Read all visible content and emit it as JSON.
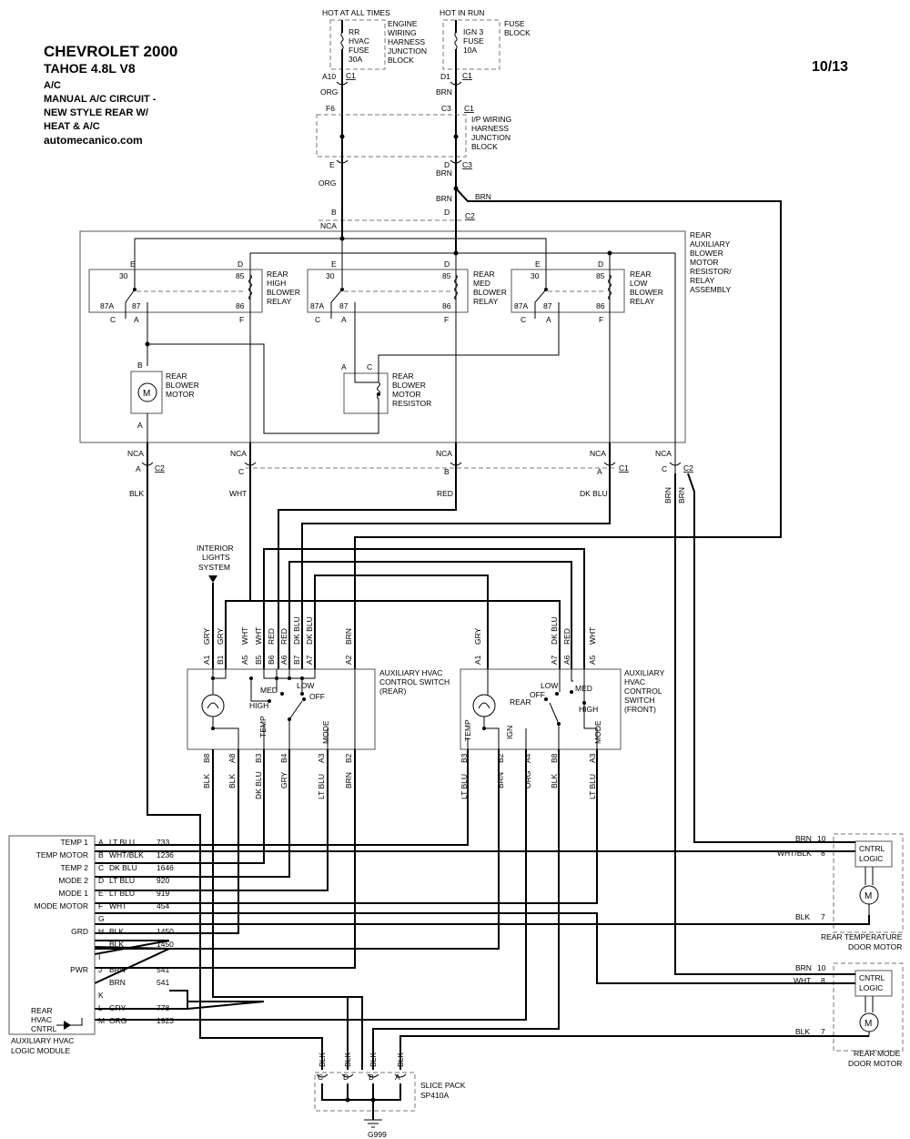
{
  "header": {
    "title_lines": [
      "CHEVROLET 2000",
      "TAHOE  4.8L  V8",
      "A/C",
      "MANUAL A/C CIRCUIT -",
      "NEW STYLE REAR W/",
      "HEAT & A/C"
    ],
    "site": "automecanico.com",
    "page": "10/13"
  },
  "fuses": {
    "left": {
      "hot": "HOT AT ALL TIMES",
      "fuse": [
        "RR",
        "HVAC",
        "FUSE",
        "30A"
      ],
      "block": [
        "ENGINE",
        "WIRING",
        "HARNESS",
        "JUNCTION",
        "BLOCK"
      ],
      "pin": "A10",
      "conn": "C1",
      "wire": "ORG"
    },
    "right": {
      "hot": "HOT IN RUN",
      "fuse": [
        "IGN 3",
        "FUSE",
        "10A"
      ],
      "block": [
        "FUSE",
        "BLOCK"
      ],
      "pin": "D1",
      "conn": "C1",
      "wire": "BRN"
    }
  },
  "ip_junction": {
    "name": [
      "I/P WIRING",
      "HARNESS",
      "JUNCTION",
      "BLOCK"
    ],
    "top_pins": [
      "F6",
      "C3"
    ],
    "top_conn": "C1",
    "bottom_pins": [
      "E",
      "D"
    ],
    "bottom_conn": "C3",
    "wires_below": [
      "ORG",
      "BRN",
      "BRN",
      "BRN"
    ]
  },
  "assembly": {
    "top_pins": [
      "B",
      "D"
    ],
    "top_conn": "C2",
    "nca": "NCA",
    "name": [
      "REAR",
      "AUXILIARY",
      "BLOWER",
      "MOTOR",
      "RESISTOR/",
      "RELAY",
      "ASSEMBLY"
    ],
    "relay_pins": [
      "E",
      "D",
      "30",
      "85",
      "87A",
      "87",
      "86",
      "C",
      "A",
      "F"
    ],
    "relays": [
      {
        "name": [
          "REAR",
          "HIGH",
          "BLOWER",
          "RELAY"
        ]
      },
      {
        "name": [
          "REAR",
          "MED",
          "BLOWER",
          "RELAY"
        ]
      },
      {
        "name": [
          "REAR",
          "LOW",
          "BLOWER",
          "RELAY"
        ]
      }
    ],
    "motor": {
      "name": [
        "REAR",
        "BLOWER",
        "MOTOR"
      ],
      "symbol": "M",
      "pins": [
        "B",
        "A"
      ]
    },
    "resistor": {
      "name": [
        "REAR",
        "BLOWER",
        "MOTOR",
        "RESISTOR"
      ],
      "pins": [
        "A",
        "C"
      ]
    }
  },
  "bottom_conn": {
    "nca": "NCA",
    "pins": [
      "A",
      "C",
      "B",
      "A",
      "C"
    ],
    "conns": [
      "C2",
      "C1",
      "C2"
    ],
    "wires": [
      "BLK",
      "WHT",
      "RED",
      "DK BLU",
      "BRN",
      "BRN"
    ]
  },
  "interior_lights": [
    "INTERIOR",
    "LIGHTS",
    "SYSTEM"
  ],
  "rear_switch": {
    "name": [
      "AUXILIARY HVAC",
      "CONTROL SWITCH",
      "(REAR)"
    ],
    "top_wires": [
      "GRY",
      "GRY",
      "WHT",
      "WHT",
      "RED",
      "RED",
      "DK BLU",
      "DK BLU",
      "BRN"
    ],
    "top_pins": [
      "A1",
      "B1",
      "A5",
      "B5",
      "B6",
      "A6",
      "B7",
      "A7",
      "A2"
    ],
    "positions": [
      "MED",
      "LOW",
      "OFF",
      "HIGH"
    ],
    "labels": [
      "TEMP",
      "MODE"
    ],
    "bottom_pins": [
      "B8",
      "A8",
      "B3",
      "B4",
      "A3",
      "B2"
    ],
    "bottom_wires": [
      "BLK",
      "BLK",
      "DK BLU",
      "GRY",
      "LT BLU",
      "BRN"
    ]
  },
  "front_switch": {
    "name": [
      "AUXILIARY",
      "HVAC",
      "CONTROL",
      "SWITCH",
      "(FRONT)"
    ],
    "top_wires": [
      "GRY",
      "DK BLU",
      "RED",
      "WHT"
    ],
    "top_pins": [
      "A1",
      "A7",
      "A6",
      "A5"
    ],
    "positions": [
      "LOW",
      "MED",
      "REAR",
      "OFF",
      "HIGH"
    ],
    "labels": [
      "TEMP",
      "IGN",
      "MODE"
    ],
    "bottom_pins": [
      "B3",
      "B2",
      "A4",
      "B8",
      "A3"
    ],
    "bottom_wires": [
      "LT BLU",
      "BRN",
      "ORG",
      "BLK",
      "LT BLU"
    ]
  },
  "logic_module": {
    "name": [
      "AUXILIARY HVAC",
      "LOGIC MODULE"
    ],
    "pins": [
      {
        "func": "TEMP 1",
        "pin": "A",
        "color": "LT BLU",
        "circuit": "733"
      },
      {
        "func": "TEMP MOTOR",
        "pin": "B",
        "color": "WHT/BLK",
        "circuit": "1236"
      },
      {
        "func": "TEMP 2",
        "pin": "C",
        "color": "DK BLU",
        "circuit": "1646"
      },
      {
        "func": "MODE 2",
        "pin": "D",
        "color": "LT BLU",
        "circuit": "920"
      },
      {
        "func": "MODE 1",
        "pin": "E",
        "color": "LT BLU",
        "circuit": "919"
      },
      {
        "func": "MODE MOTOR",
        "pin": "F",
        "color": "WHT",
        "circuit": "454"
      },
      {
        "func": "",
        "pin": "G",
        "color": "",
        "circuit": ""
      },
      {
        "func": "GRD",
        "pin": "H",
        "color": "BLK",
        "circuit": "1450"
      },
      {
        "func": "",
        "pin": "",
        "color": "BLK",
        "circuit": "1450"
      },
      {
        "func": "",
        "pin": "I",
        "color": "",
        "circuit": ""
      },
      {
        "func": "PWR",
        "pin": "J",
        "color": "BRN",
        "circuit": "541"
      },
      {
        "func": "",
        "pin": "",
        "color": "BRN",
        "circuit": "541"
      },
      {
        "func": "",
        "pin": "K",
        "color": "",
        "circuit": ""
      },
      {
        "func": "",
        "pin": "L",
        "color": "GRY",
        "circuit": "778"
      },
      {
        "func": "",
        "pin": "M",
        "color": "ORG",
        "circuit": "1923"
      }
    ],
    "rear_cntrl": [
      "REAR",
      "HVAC",
      "CNTRL"
    ]
  },
  "temp_door_motor": {
    "name": [
      "REAR TEMPERATURE",
      "DOOR MOTOR"
    ],
    "logic": [
      "CNTRL",
      "LOGIC"
    ],
    "symbol": "M",
    "wires": [
      {
        "color": "BRN",
        "pin": "10"
      },
      {
        "color": "WHT/BLK",
        "pin": "8"
      },
      {
        "color": "BLK",
        "pin": "7"
      }
    ]
  },
  "mode_door_motor": {
    "name": [
      "REAR MODE",
      "DOOR MOTOR"
    ],
    "logic": [
      "CNTRL",
      "LOGIC"
    ],
    "symbol": "M",
    "wires": [
      {
        "color": "BRN",
        "pin": "10"
      },
      {
        "color": "WHT",
        "pin": "8"
      },
      {
        "color": "BLK",
        "pin": "7"
      }
    ]
  },
  "splice_pack": {
    "name": [
      "SLICE PACK",
      "SP410A"
    ],
    "wires": [
      "BLK",
      "BLK",
      "BLK",
      "BLK"
    ],
    "pins": [
      "C",
      "D",
      "B",
      "A"
    ],
    "ground": "G999"
  }
}
